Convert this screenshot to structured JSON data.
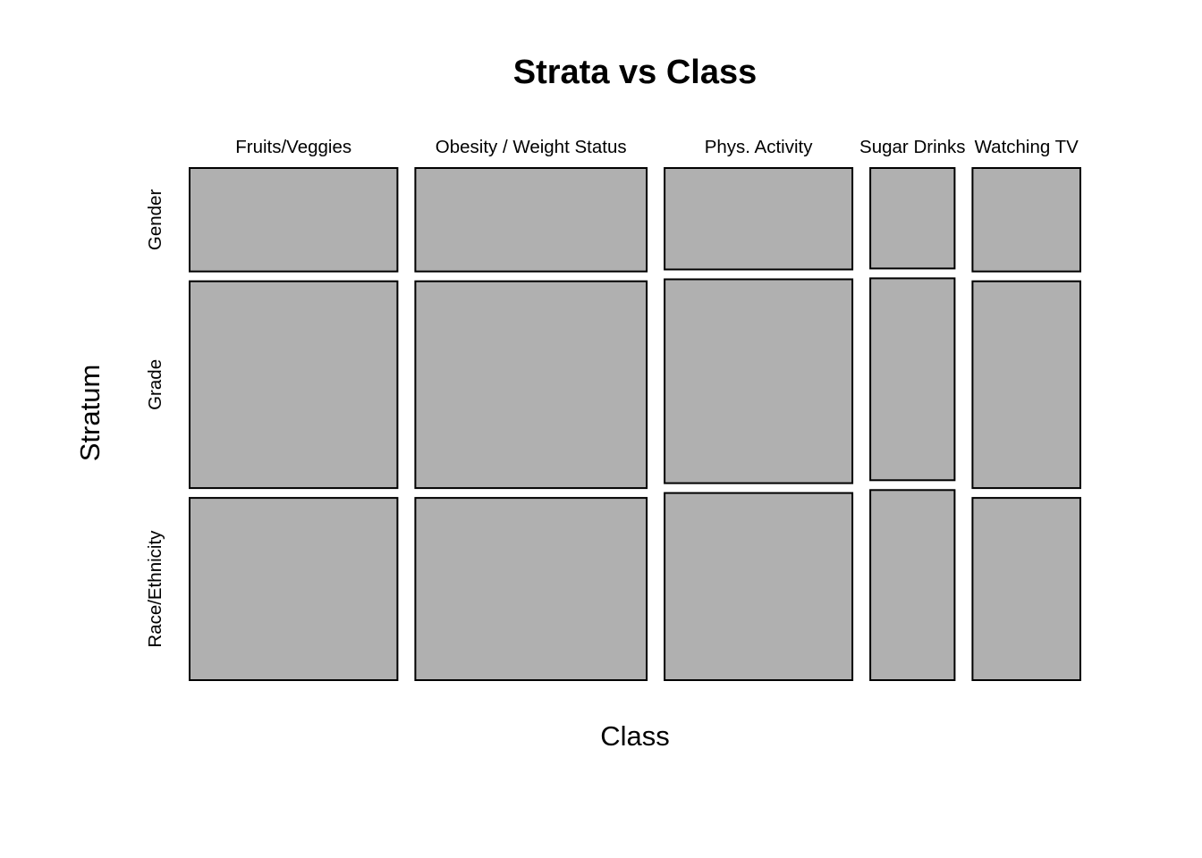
{
  "chart_data": {
    "type": "mosaic",
    "title": "Strata vs Class",
    "xlabel": "Class",
    "ylabel": "Stratum",
    "tile_color": "#b0b0b0",
    "background": "#ffffff",
    "grid": false,
    "legend": "none",
    "x_categories": [
      "Fruits/Veggies",
      "Obesity / Weight Status",
      "Phys. Activity",
      "Sugar Drinks",
      "Watching TV"
    ],
    "y_categories": [
      "Gender",
      "Grade",
      "Race/Ethnicity"
    ],
    "column_proportions": [
      0.239,
      0.266,
      0.216,
      0.097,
      0.124
    ],
    "cells": [
      {
        "class": "Fruits/Veggies",
        "strata": [
          {
            "stratum": "Gender",
            "proportion": 0.21
          },
          {
            "stratum": "Grade",
            "proportion": 0.42
          },
          {
            "stratum": "Race/Ethnicity",
            "proportion": 0.37
          }
        ]
      },
      {
        "class": "Obesity / Weight Status",
        "strata": [
          {
            "stratum": "Gender",
            "proportion": 0.21
          },
          {
            "stratum": "Grade",
            "proportion": 0.42
          },
          {
            "stratum": "Race/Ethnicity",
            "proportion": 0.37
          }
        ]
      },
      {
        "class": "Phys. Activity",
        "strata": [
          {
            "stratum": "Gender",
            "proportion": 0.206
          },
          {
            "stratum": "Grade",
            "proportion": 0.414
          },
          {
            "stratum": "Race/Ethnicity",
            "proportion": 0.38
          }
        ]
      },
      {
        "class": "Sugar Drinks",
        "strata": [
          {
            "stratum": "Gender",
            "proportion": 0.204
          },
          {
            "stratum": "Grade",
            "proportion": 0.41
          },
          {
            "stratum": "Race/Ethnicity",
            "proportion": 0.386
          }
        ]
      },
      {
        "class": "Watching TV",
        "strata": [
          {
            "stratum": "Gender",
            "proportion": 0.21
          },
          {
            "stratum": "Grade",
            "proportion": 0.42
          },
          {
            "stratum": "Race/Ethnicity",
            "proportion": 0.37
          }
        ]
      }
    ]
  }
}
